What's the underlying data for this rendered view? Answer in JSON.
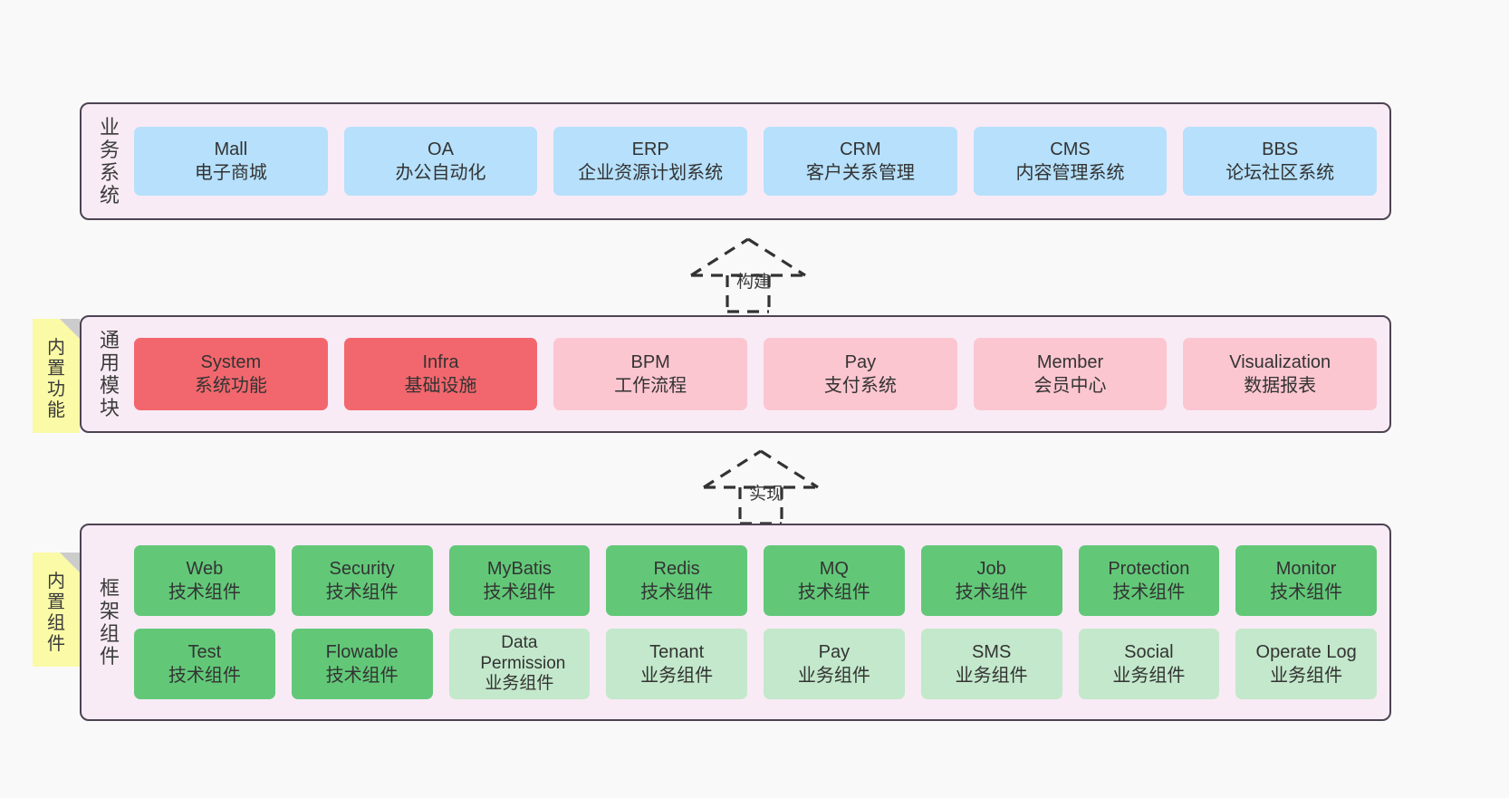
{
  "diagram": {
    "title": "System Architecture Layers",
    "background": "#f9f9f9",
    "layer_fill": "#f8ebf5",
    "layer_border": "#4d4352"
  },
  "notes": [
    {
      "name": "builtin-features-note",
      "chars": [
        "内",
        "置",
        "功",
        "能"
      ],
      "color": "#fbfaa6"
    },
    {
      "name": "builtin-components-note",
      "chars": [
        "内",
        "置",
        "组",
        "件"
      ],
      "color": "#fbfaa6"
    }
  ],
  "connectors": [
    {
      "name": "build-arrow",
      "label": "构建"
    },
    {
      "name": "implement-arrow",
      "label": "实现"
    }
  ],
  "layers": [
    {
      "id": "business-systems",
      "title_chars": [
        "业",
        "务",
        "系",
        "统"
      ],
      "rows": [
        {
          "style": "blue",
          "color": "#b6e0fb",
          "boxes": [
            {
              "en": "Mall",
              "cn": "电子商城"
            },
            {
              "en": "OA",
              "cn": "办公自动化"
            },
            {
              "en": "ERP",
              "cn": "企业资源计划系统"
            },
            {
              "en": "CRM",
              "cn": "客户关系管理"
            },
            {
              "en": "CMS",
              "cn": "内容管理系统"
            },
            {
              "en": "BBS",
              "cn": "论坛社区系统"
            }
          ]
        }
      ]
    },
    {
      "id": "common-modules",
      "title_chars": [
        "通",
        "用",
        "模",
        "块"
      ],
      "rows": [
        {
          "style": "mixed",
          "boxes": [
            {
              "en": "System",
              "cn": "系统功能",
              "style": "red",
              "color": "#f2676d"
            },
            {
              "en": "Infra",
              "cn": "基础设施",
              "style": "red",
              "color": "#f2676d"
            },
            {
              "en": "BPM",
              "cn": "工作流程",
              "style": "pink",
              "color": "#fcc6d0"
            },
            {
              "en": "Pay",
              "cn": "支付系统",
              "style": "pink",
              "color": "#fcc6d0"
            },
            {
              "en": "Member",
              "cn": "会员中心",
              "style": "pink",
              "color": "#fcc6d0"
            },
            {
              "en": "Visualization",
              "cn": "数据报表",
              "style": "pink",
              "color": "#fcc6d0"
            }
          ]
        }
      ]
    },
    {
      "id": "framework-components",
      "title_chars": [
        "框",
        "架",
        "组",
        "件"
      ],
      "rows": [
        {
          "style": "green",
          "color": "#62c878",
          "boxes": [
            {
              "en": "Web",
              "cn": "技术组件"
            },
            {
              "en": "Security",
              "cn": "技术组件"
            },
            {
              "en": "MyBatis",
              "cn": "技术组件"
            },
            {
              "en": "Redis",
              "cn": "技术组件"
            },
            {
              "en": "MQ",
              "cn": "技术组件"
            },
            {
              "en": "Job",
              "cn": "技术组件"
            },
            {
              "en": "Protection",
              "cn": "技术组件"
            },
            {
              "en": "Monitor",
              "cn": "技术组件"
            }
          ]
        },
        {
          "style": "mixed2",
          "boxes": [
            {
              "en": "Test",
              "cn": "技术组件",
              "style": "green",
              "color": "#62c878"
            },
            {
              "en": "Flowable",
              "cn": "技术组件",
              "style": "green",
              "color": "#62c878"
            },
            {
              "en": "Data Permission",
              "cn": "业务组件",
              "style": "lightgreen",
              "color": "#c3e8cb"
            },
            {
              "en": "Tenant",
              "cn": "业务组件",
              "style": "lightgreen",
              "color": "#c3e8cb"
            },
            {
              "en": "Pay",
              "cn": "业务组件",
              "style": "lightgreen",
              "color": "#c3e8cb"
            },
            {
              "en": "SMS",
              "cn": "业务组件",
              "style": "lightgreen",
              "color": "#c3e8cb"
            },
            {
              "en": "Social",
              "cn": "业务组件",
              "style": "lightgreen",
              "color": "#c3e8cb"
            },
            {
              "en": "Operate Log",
              "cn": "业务组件",
              "style": "lightgreen",
              "color": "#c3e8cb"
            }
          ]
        }
      ]
    }
  ]
}
